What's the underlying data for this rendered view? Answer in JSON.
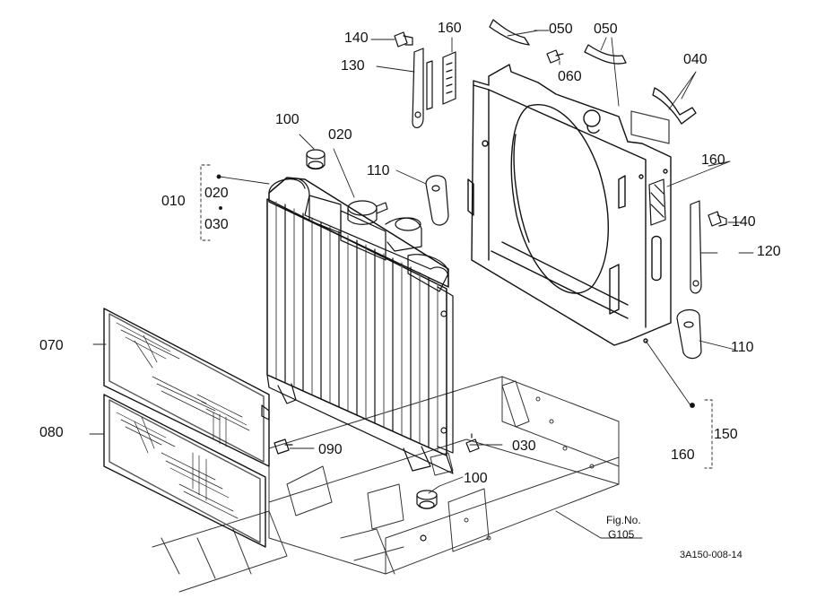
{
  "parts": {
    "p010": "010",
    "p020": "020",
    "p020b": "020",
    "p030": "030",
    "p030b": "030",
    "p040": "040",
    "p050a": "050",
    "p050b": "050",
    "p060": "060",
    "p070": "070",
    "p080": "080",
    "p090": "090",
    "p100a": "100",
    "p100b": "100",
    "p110a": "110",
    "p110b": "110",
    "p120": "120",
    "p130": "130",
    "p140a": "140",
    "p140b": "140",
    "p150": "150",
    "p160a": "160",
    "p160b": "160",
    "p160c": "160"
  },
  "reference": {
    "line1": "Fig.No.",
    "line2": "G105"
  },
  "drawing_code": "3A150-008-14"
}
